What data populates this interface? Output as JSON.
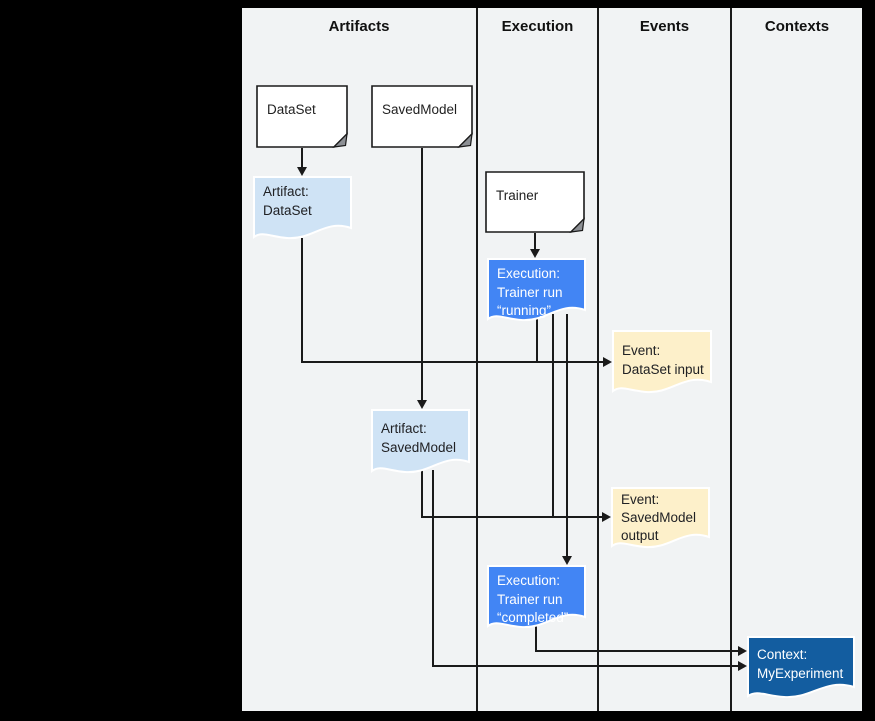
{
  "lanes": {
    "artifacts": "Artifacts",
    "execution": "Execution",
    "events": "Events",
    "contexts": "Contexts"
  },
  "nodes": {
    "dataset": {
      "label": "DataSet"
    },
    "savedmodel": {
      "label": "SavedModel"
    },
    "trainer": {
      "label": "Trainer"
    },
    "artifact_dataset": {
      "line1": "Artifact:",
      "line2": "DataSet"
    },
    "exec_running": {
      "line1": "Execution:",
      "line2": "Trainer run",
      "line3": "“running”"
    },
    "event_dataset_input": {
      "line1": "Event:",
      "line2": "DataSet input"
    },
    "artifact_savedmodel": {
      "line1": "Artifact:",
      "line2": "SavedModel"
    },
    "event_savedmodel_output": {
      "line1": "Event:",
      "line2": "SavedModel",
      "line3": "output"
    },
    "exec_completed": {
      "line1": "Execution:",
      "line2": "Trainer run",
      "line3": "“completed”"
    },
    "context": {
      "line1": "Context:",
      "line2": "MyExperiment"
    }
  },
  "colors": {
    "lane_bg": "#f1f3f4",
    "line": "#1a1a1a",
    "doc_fill": "#ffffff",
    "fold_fill": "#8d9095",
    "artifact_fill": "#cfe3f5",
    "execution_fill": "#4285f4",
    "event_fill": "#fdf0ca",
    "context_fill": "#135da0",
    "text_dark": "#202124",
    "text_light": "#ffffff"
  }
}
